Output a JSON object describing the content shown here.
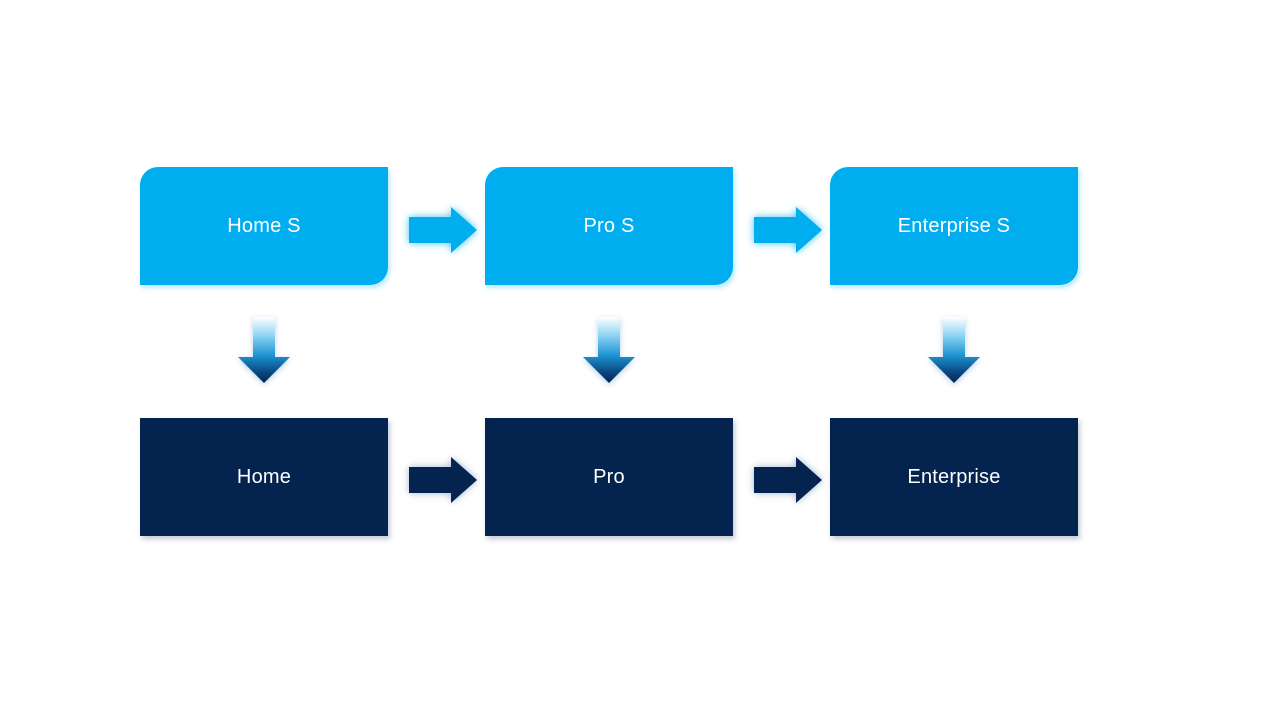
{
  "diagram": {
    "background_color": "#FFFFFF",
    "accent_light_blue": "#00AEEF",
    "accent_dark_navy": "#04234F",
    "label_text_color": "#FFFFFF",
    "top_row": [
      {
        "label": "Home S"
      },
      {
        "label": "Pro S"
      },
      {
        "label": "Enterprise S"
      }
    ],
    "bottom_row": [
      {
        "label": "Home"
      },
      {
        "label": "Pro"
      },
      {
        "label": "Enterprise"
      }
    ],
    "icons": {
      "right_arrow": "→",
      "down_arrow": "↓"
    }
  }
}
